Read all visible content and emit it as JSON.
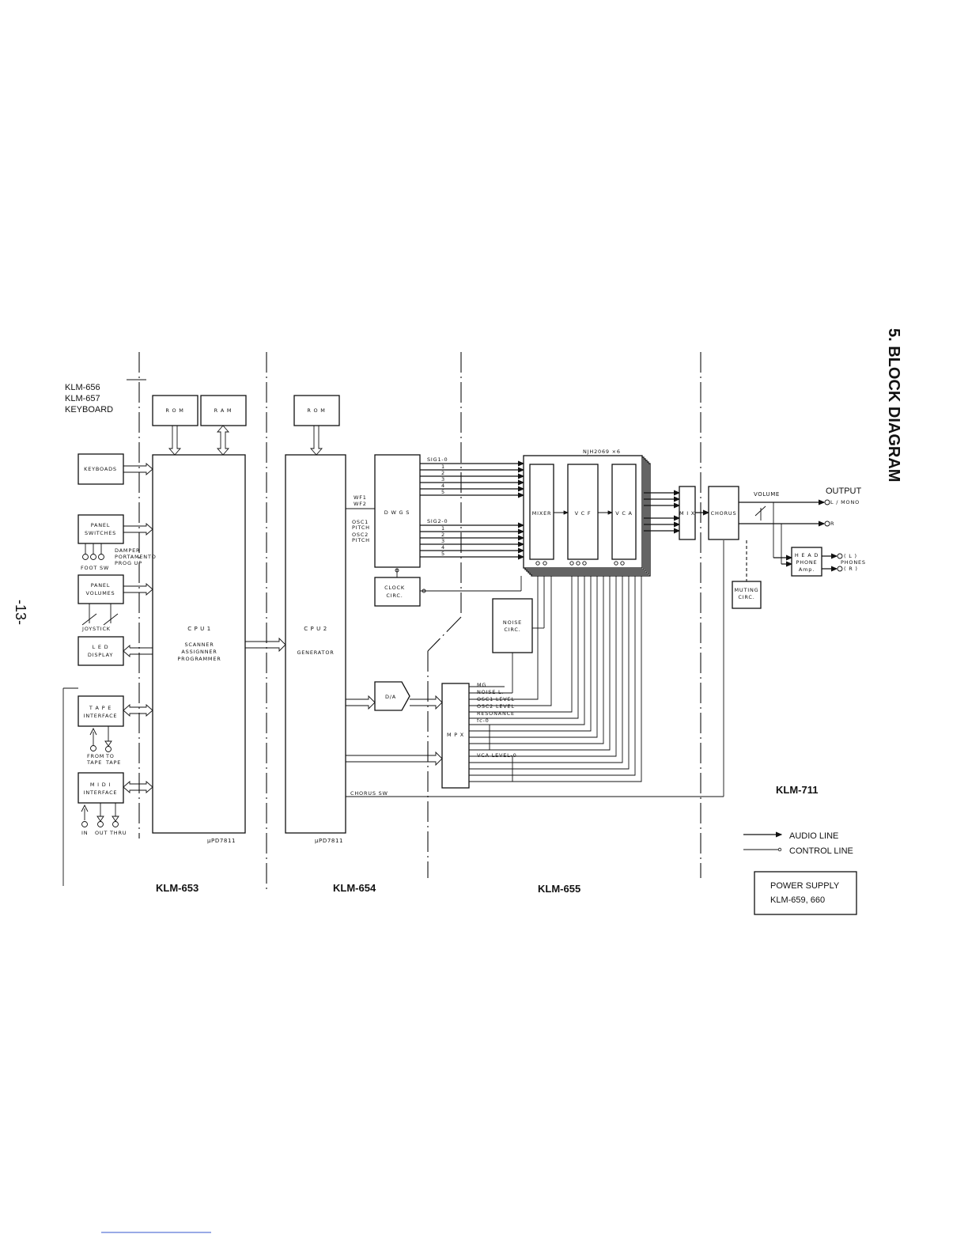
{
  "page": {
    "title": "5.  BLOCK DIAGRAM",
    "page_number": "-13-"
  },
  "sections": {
    "keyboard": [
      "KLM-656",
      "KLM-657",
      "KEYBOARD"
    ],
    "klm653": "KLM-653",
    "klm654": "KLM-654",
    "klm655": "KLM-655",
    "klm711": "KLM-711"
  },
  "blocks": {
    "rom1": "R O M",
    "ram": "R A M",
    "rom2": "R O M",
    "keyboads": "KEYBOADS",
    "panel_switches": [
      "PANEL",
      "SWITCHES"
    ],
    "panel_volumes": [
      "PANEL",
      "VOLUMES"
    ],
    "led_display": [
      "L E D",
      "DISPLAY"
    ],
    "tape_interface": [
      "T A P E",
      "INTERFACE"
    ],
    "midi_interface": [
      "M I D I",
      "INTERFACE"
    ],
    "cpu1": {
      "name": "C P U 1",
      "desc": [
        "SCANNER",
        "ASSIGNNER",
        "PROGRAMMER"
      ],
      "chip": "μPD7811"
    },
    "cpu2": {
      "name": "C P U 2",
      "desc": "GENERATOR",
      "chip": "μPD7811"
    },
    "dwgs": "D W G S",
    "clock": [
      "CLOCK",
      "CIRC."
    ],
    "noise": [
      "NOISE",
      "CIRC."
    ],
    "da": "D/A",
    "mpx": "M P X",
    "njh": "NJH2069 ×6",
    "mixer": "MIXER",
    "vcf": "V C F",
    "vca": "V C A",
    "mix": "M I X",
    "chorus": "CHORUS",
    "muting": [
      "MUTING",
      "CIRC."
    ],
    "headphone": [
      "H E A D",
      "PHONE",
      "Amp."
    ]
  },
  "labels": {
    "damper": [
      "DAMPER",
      "PORTAMENTO",
      "PROG UP"
    ],
    "foot_sw": "FOOT SW",
    "joystick": "JOYSTICK",
    "from_tape": [
      "FROM",
      "TAPE"
    ],
    "to_tape": [
      "TO",
      "TAPE"
    ],
    "in": "IN",
    "out": "OUT",
    "thru": "THRU",
    "wf": [
      "WF1",
      "WF2"
    ],
    "osc1": [
      "OSC1",
      "PITCH"
    ],
    "osc2": [
      "OSC2",
      "PITCH"
    ],
    "sig1": [
      "SIG1-0",
      "1",
      "2",
      "3",
      "4",
      "5"
    ],
    "sig2": [
      "SIG2-0",
      "1",
      "2",
      "3",
      "4",
      "5"
    ],
    "mpx_outputs": [
      "MG",
      "NOISE L.",
      "OSC1 LEVEL",
      "OSC2 LEVEL",
      "RESONANCE",
      "fc-0",
      "VCA LEVEL-0"
    ],
    "chorus_sw": "CHORUS SW",
    "volume": "VOLUME",
    "output": "OUTPUT",
    "l_mono": "L / MONO",
    "r": "R",
    "phones_l": "( L )",
    "phones_r": "( R )",
    "phones": "PHONES"
  },
  "legend": {
    "audio_line": "AUDIO LINE",
    "control_line": "CONTROL LINE"
  },
  "power": {
    "title": "POWER SUPPLY",
    "models": "KLM-659, 660"
  }
}
